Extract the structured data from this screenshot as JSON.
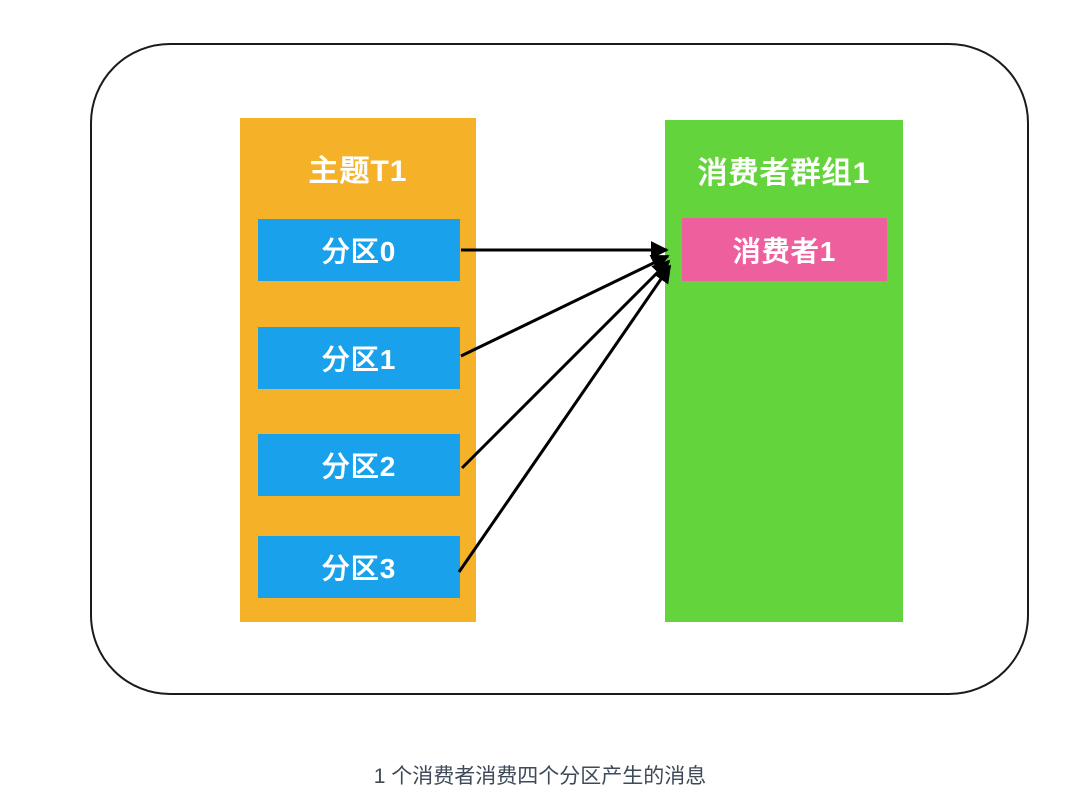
{
  "diagram": {
    "topic": {
      "title": "主题T1",
      "partitions": [
        {
          "label": "分区0"
        },
        {
          "label": "分区1"
        },
        {
          "label": "分区2"
        },
        {
          "label": "分区3"
        }
      ]
    },
    "consumer_group": {
      "title": "消费者群组1",
      "consumer": {
        "label": "消费者1"
      }
    },
    "caption": "1 个消费者消费四个分区产生的消息",
    "colors": {
      "topic_box": "#F5B228",
      "partition_box": "#19A2EB",
      "consumer_group_box": "#64D43C",
      "consumer_box": "#EE5F9E",
      "frame_border": "#1b1b1b",
      "arrow": "#000000",
      "caption_text": "#3E4A57",
      "box_text": "#ffffff"
    }
  }
}
